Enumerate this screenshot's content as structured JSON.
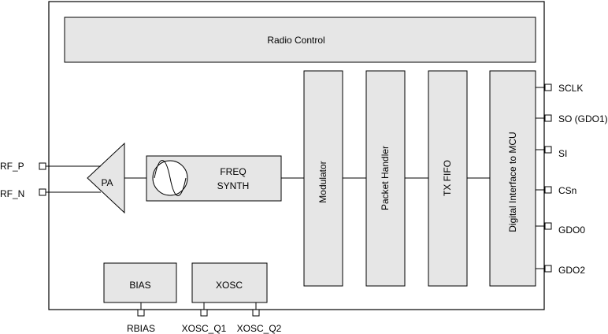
{
  "blocks": {
    "radio_control": "Radio Control",
    "modulator": "Modulator",
    "packet_handler": "Packet Handler",
    "tx_fifo": "TX FIFO",
    "digital_interface": "Digital Interface to MCU",
    "pa": "PA",
    "freq_synth_line1": "FREQ",
    "freq_synth_line2": "SYNTH",
    "bias": "BIAS",
    "xosc": "XOSC"
  },
  "pins": {
    "rf_p": "RF_P",
    "rf_n": "RF_N",
    "sclk": "SCLK",
    "so": "SO (GDO1)",
    "si": "SI",
    "csn": "CSn",
    "gdo0": "GDO0",
    "gdo2": "GDO2",
    "rbias": "RBIAS",
    "xosc_q1": "XOSC_Q1",
    "xosc_q2": "XOSC_Q2"
  },
  "colors": {
    "block_fill": "#e6e6e6",
    "line": "#000000",
    "background": "#ffffff"
  }
}
